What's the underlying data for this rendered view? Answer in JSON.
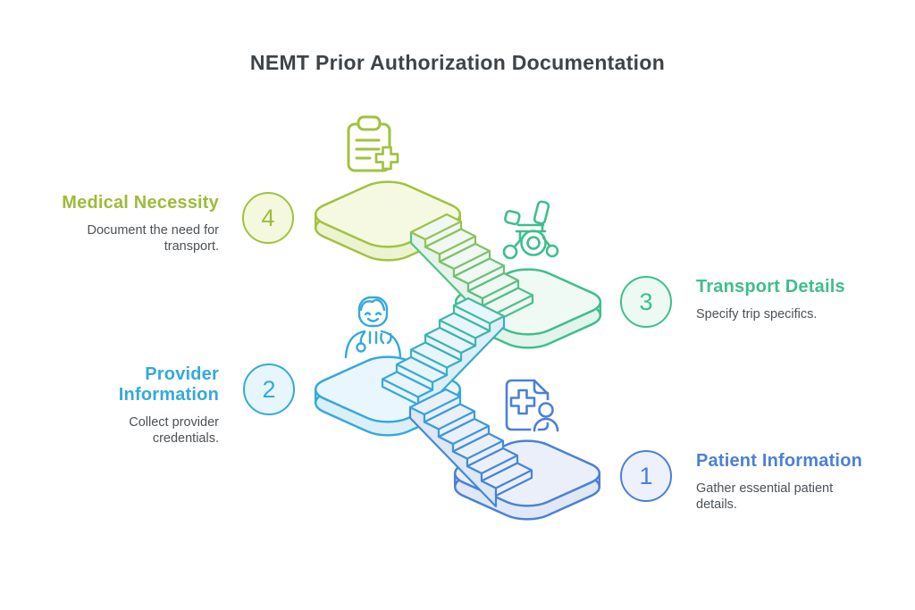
{
  "title": "NEMT Prior Authorization Documentation",
  "steps": [
    {
      "number": "1",
      "title": "Patient Information",
      "description": "Gather essential patient details.",
      "accent_color": "#4B80D7",
      "icon": "patient-document-icon"
    },
    {
      "number": "2",
      "title": "Provider Information",
      "description": "Collect provider credentials.",
      "accent_color": "#35A9DB",
      "icon": "doctor-icon"
    },
    {
      "number": "3",
      "title": "Transport Details",
      "description": "Specify trip specifics.",
      "accent_color": "#3FBE8C",
      "icon": "wheelchair-icon"
    },
    {
      "number": "4",
      "title": "Medical Necessity",
      "description": "Document the need for transport.",
      "accent_color": "#A2C23F",
      "icon": "clipboard-medical-icon"
    }
  ],
  "colors": {
    "title_text": "#3E4347",
    "description_text": "#4C5156",
    "background": "#FFFFFF",
    "step1_blue": "#4B80D7",
    "step2_cyan": "#35A9DB",
    "step3_green": "#3FBE8C",
    "step4_olive": "#A2C23F"
  }
}
